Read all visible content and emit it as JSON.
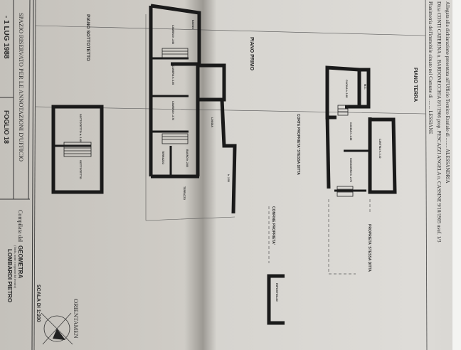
{
  "stamp": {
    "date": "- 1 LUG 1988",
    "sheet": "FOGLIO 18",
    "office_space": "SPAZIO RISERVATO PER LE ANNOTAZIONI D'UFFICIO"
  },
  "compiler": {
    "label": "Compilata dal",
    "title": "GEOMETRA",
    "title_note": "(Titolo, nome e cognome del tecnico)",
    "name": "LOMBARDI PIETRO"
  },
  "scale": "SCALA DI 1:200",
  "orientation": "ORIENTAMEN",
  "header": {
    "line1": "Planimetria dell'immobile situato nel Comune di ........ LESSIANE",
    "line2": "Ditta CONTI CATERINA n. BARDONECCHIA 8/1/1966 prop. PESCAZZI ANGELA n. CASSINE 9/10/1905 usuf. 1/3",
    "line3": "Allegata alla dichiarazione presentata all'Ufficio Tecnico Erariale di ........ ALESSANDRIA"
  },
  "floors": {
    "attic": {
      "title": "PIANO SOTTOTETTO",
      "rooms": [
        "SOTTOTETTO h. 1.60",
        "SOTTOTETTO"
      ]
    },
    "first": {
      "title": "PIANO PRIMO",
      "rooms": [
        "BAGNO",
        "CAMERA h. 2.60",
        "CAMERA h. 2.65",
        "CAMERA h. 2.70",
        "BAGNO h. 2.60",
        "TERRAZZO",
        "TERRAZZO",
        "LOGGIA",
        "h. 2.50"
      ]
    },
    "ground": {
      "title": "PIANO TERRA",
      "rooms": [
        "CUCINA h. 2.65",
        "W.C.",
        "CUCINA h. 2.65",
        "SOGGIORNO h. 2.70",
        "CANTINA h. 2.10"
      ]
    },
    "labels": {
      "court": "CORTE PROPRIETA' STESSA DITTA",
      "boundary": "CONFINE PROPRIETA'",
      "other_prop": "PROPRIETA' STESSA DITTA",
      "storage": "RIPOSTIGLIO"
    }
  }
}
